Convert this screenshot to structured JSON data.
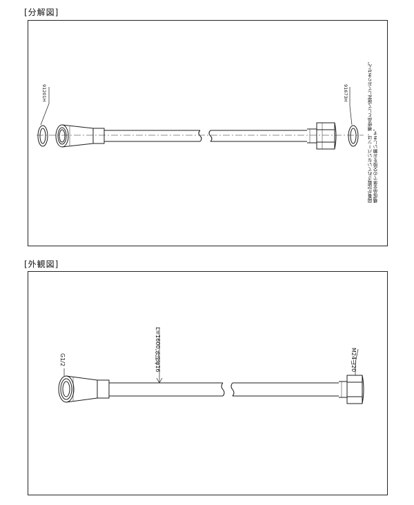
{
  "sections": {
    "exploded": {
      "title": "[分解図]",
      "parts": {
        "left_ring_code": "91201H",
        "right_ring_code": "91673H"
      },
      "note": {
        "line1": "図番が記載されていないパーツは、補修品として設定しておりません。",
        "line2": "構成品全体での交換をお願いします。"
      }
    },
    "appearance": {
      "title": "[外観図]",
      "labels": {
        "inlet_thread": "G1/2",
        "hose_spec": "L=1600,外径φ16",
        "outlet_thread": "M24山20"
      }
    }
  },
  "colors": {
    "line": "#1a1a1a",
    "background": "#ffffff"
  }
}
